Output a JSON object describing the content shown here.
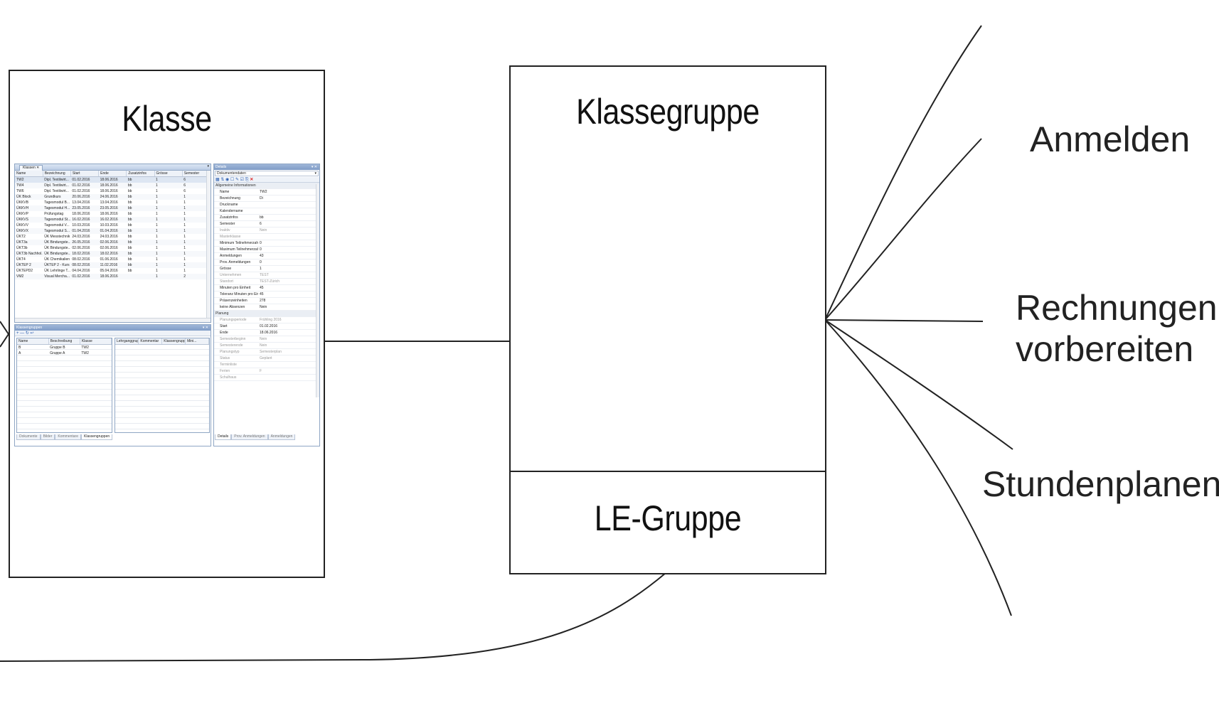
{
  "diagram": {
    "klasse": {
      "title": "Klasse"
    },
    "klassegruppe": {
      "title": "Klassegruppe"
    },
    "le_gruppe": {
      "title": "LE-Gruppe"
    },
    "actions": [
      {
        "text": "Anmelden"
      },
      {
        "text": "Rechnungen\nvorbereiten"
      },
      {
        "text": "Stundenplanen"
      }
    ]
  },
  "window": {
    "klassen_tab": "Klassen",
    "klassen_columns": [
      "Name",
      "Bezeichnung",
      "Start",
      "Ende",
      "Zusatzinfos",
      "Grösse",
      "Semester"
    ],
    "klassen_rows": [
      [
        "TW2",
        "Dipl. Textilwirt...",
        "01.02.2016",
        "18.06.2016",
        "bb",
        "1",
        "6"
      ],
      [
        "TW4",
        "Dipl. Textilwirt...",
        "01.02.2016",
        "18.06.2016",
        "bb",
        "1",
        "6"
      ],
      [
        "TW6",
        "Dipl. Textilwirt...",
        "01.02.2016",
        "18.06.2016",
        "bb",
        "1",
        "6"
      ],
      [
        "ÜK Block",
        "Grundkurs",
        "20.06.2016",
        "24.06.2016",
        "bb",
        "1",
        "1"
      ],
      [
        "ÜKKVB",
        "Tagesmodul B...",
        "13.04.2016",
        "13.04.2016",
        "bb",
        "1",
        "1"
      ],
      [
        "ÜKKVH",
        "Tagesmodul H...",
        "23.05.2016",
        "23.05.2016",
        "bb",
        "1",
        "1"
      ],
      [
        "ÜKKVP",
        "Prüfungstag",
        "18.06.2016",
        "18.06.2016",
        "bb",
        "1",
        "1"
      ],
      [
        "ÜKKVS",
        "Tagesmodul St...",
        "16.02.2016",
        "16.02.2016",
        "bb",
        "1",
        "1"
      ],
      [
        "ÜKKVV",
        "Tagesmodul V...",
        "10.03.2016",
        "10.03.2016",
        "bb",
        "1",
        "1"
      ],
      [
        "ÜKKVX",
        "Tagesmodul S...",
        "01.04.2016",
        "01.04.2016",
        "bb",
        "1",
        "1"
      ],
      [
        "ÜKT2",
        "ÜK Messtechnik",
        "24.03.2016",
        "24.03.2016",
        "bb",
        "1",
        "1"
      ],
      [
        "ÜKT3a",
        "ÜK Bindungste...",
        "26.05.2016",
        "02.06.2016",
        "bb",
        "1",
        "1"
      ],
      [
        "ÜKT3b",
        "ÜK Bindungste...",
        "02.06.2016",
        "02.06.2016",
        "bb",
        "1",
        "1"
      ],
      [
        "ÜKT3b Nachhol...",
        "ÜK Bindungste...",
        "18.02.2016",
        "18.02.2016",
        "bb",
        "1",
        "1"
      ],
      [
        "ÜKT4",
        "ÜK Chemikalien",
        "08.02.2016",
        "01.06.2016",
        "bb",
        "1",
        "1"
      ],
      [
        "ÜKTEP 2",
        "ÜKTEP 2 - Kurs",
        "08.02.2016",
        "11.02.2016",
        "bb",
        "1",
        "1"
      ],
      [
        "ÜKTEPD2",
        "ÜK Lehrlinge T...",
        "04.04.2016",
        "05.04.2016",
        "bb",
        "1",
        "1"
      ],
      [
        "VM2",
        "Visual Mercha...",
        "01.02.2016",
        "18.06.2016",
        "",
        "1",
        "2"
      ]
    ],
    "klassengruppen_caption": "Klassengruppen",
    "toolbar_glyphs": "+ — ↻ ↩",
    "kg_columns": [
      "Name",
      "Beschreibung",
      "Klasse"
    ],
    "kg_rows": [
      [
        "B",
        "Gruppe B",
        "TW2"
      ],
      [
        "A",
        "Gruppe A",
        "TW2"
      ]
    ],
    "lg_columns": [
      "Lehrganggruppe",
      "Kommentar",
      "Klassengruppe",
      "Mini..."
    ],
    "bottom_tabs_left": [
      "Dokumente",
      "Bilder",
      "Kommentare",
      "Klassengruppen"
    ],
    "details_caption": "Details",
    "details_dropdown": "Dokumentendaten",
    "details_toolbar": "▦ ⇅ ◉ ☐ ✎ ☑ ⎘",
    "details_delete": "✕",
    "details_props": [
      {
        "k": "Allgemeine Informationen",
        "v": "",
        "t": "grp"
      },
      {
        "k": "Name",
        "v": "TW2",
        "t": ""
      },
      {
        "k": "Bezeichnung",
        "v": "Di",
        "t": ""
      },
      {
        "k": "Druckname",
        "v": "",
        "t": ""
      },
      {
        "k": "Kalendername",
        "v": "",
        "t": ""
      },
      {
        "k": "Zusatzinfos",
        "v": "bb",
        "t": ""
      },
      {
        "k": "Semester",
        "v": "6",
        "t": ""
      },
      {
        "k": "Inaktiv",
        "v": "Nein",
        "t": "dim"
      },
      {
        "k": "Masterklasse",
        "v": "",
        "t": "dim"
      },
      {
        "k": "Minimum Teilnehmerzahl",
        "v": "0",
        "t": ""
      },
      {
        "k": "Maximum Teilnehmerzahl",
        "v": "0",
        "t": ""
      },
      {
        "k": "Anmeldungen",
        "v": "43",
        "t": ""
      },
      {
        "k": "Prov. Anmeldungen",
        "v": "0",
        "t": ""
      },
      {
        "k": "Grösse",
        "v": "1",
        "t": ""
      },
      {
        "k": "Unternehmen",
        "v": "TEST",
        "t": "dim"
      },
      {
        "k": "Standort",
        "v": "TEST-Zürich",
        "t": "dim"
      },
      {
        "k": "Minuten pro Einheit",
        "v": "45",
        "t": ""
      },
      {
        "k": "Toleranz Minuten pro Einh...",
        "v": "45",
        "t": ""
      },
      {
        "k": "Präsenzeinheiten",
        "v": "278",
        "t": ""
      },
      {
        "k": "keine Absenzen",
        "v": "Nein",
        "t": ""
      },
      {
        "k": "Planung",
        "v": "",
        "t": "grp"
      },
      {
        "k": "Planungsperiode",
        "v": "Frühling 2016",
        "t": "dim"
      },
      {
        "k": "Start",
        "v": "01.02.2016",
        "t": ""
      },
      {
        "k": "Ende",
        "v": "18.06.2016",
        "t": ""
      },
      {
        "k": "Semesterbeginn",
        "v": "Nein",
        "t": "dim"
      },
      {
        "k": "Semesterende",
        "v": "Nein",
        "t": "dim"
      },
      {
        "k": "Planungstyp",
        "v": "Semesterplan",
        "t": "dim"
      },
      {
        "k": "Status",
        "v": "Geplant",
        "t": "dim"
      },
      {
        "k": "Terminliste",
        "v": "",
        "t": "dim"
      },
      {
        "k": "Ferien",
        "v": "F",
        "t": "dim"
      },
      {
        "k": "Schulhaus",
        "v": "",
        "t": "dim"
      }
    ],
    "bottom_tabs_right": [
      "Details",
      "Prov. Anmeldungen",
      "Anmeldungen"
    ]
  },
  "colors": {
    "line": "#222222",
    "window_border": "#8fa6c4",
    "caption": "#7f9cc7"
  }
}
